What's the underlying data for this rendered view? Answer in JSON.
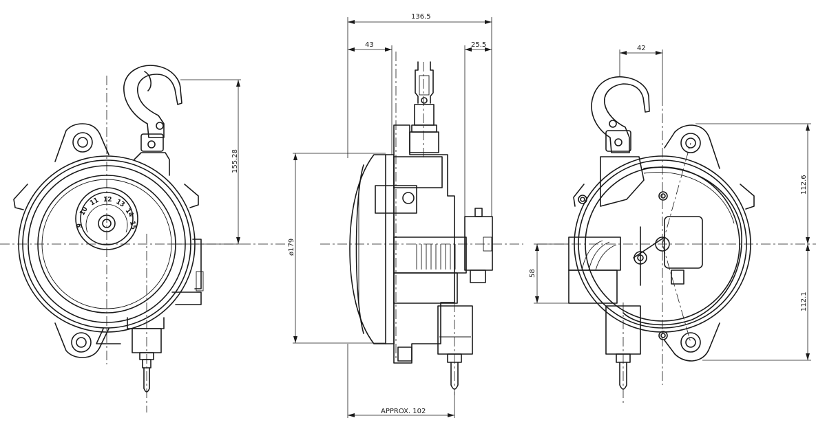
{
  "dimensions": {
    "width_overall": "136.5",
    "offset_left": "43",
    "offset_right": "25.5",
    "right_view_offset": "42",
    "hook_height": "155.28",
    "diameter": "ø179",
    "lower_height": "58",
    "upper_right": "112.6",
    "lower_right": "112.1",
    "approx_width": "APPROX. 102"
  },
  "gauge_scale": [
    "9",
    "10",
    "11",
    "12",
    "13",
    "14",
    "15"
  ]
}
